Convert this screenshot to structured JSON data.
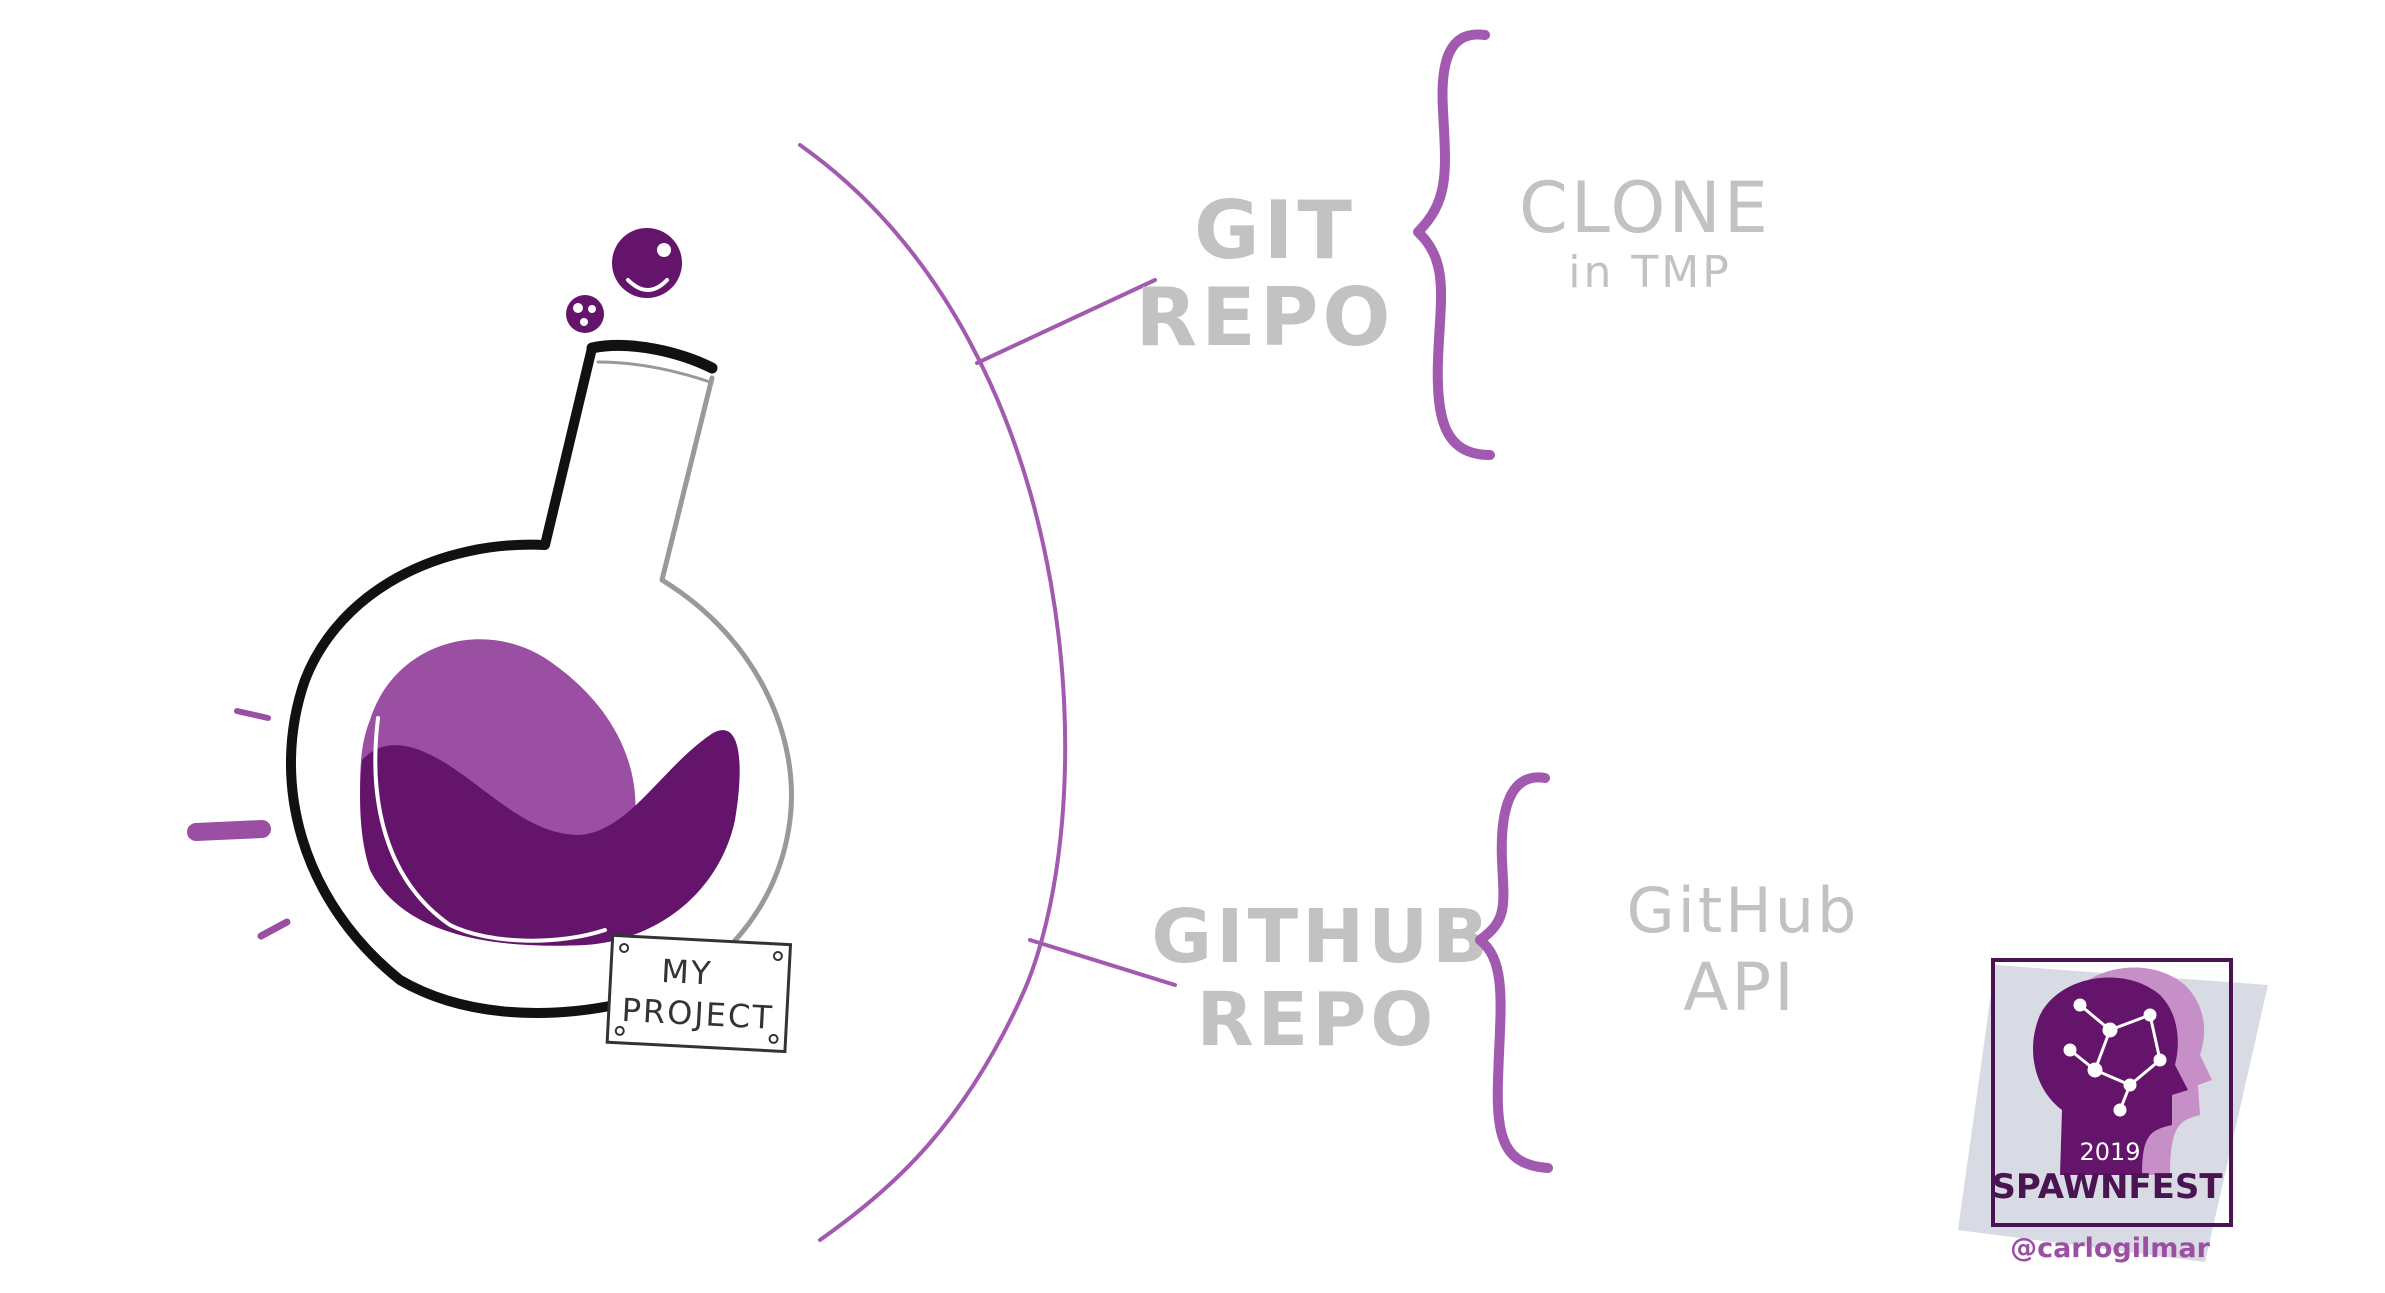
{
  "flask_tag": {
    "line1": "MY",
    "line2": "PROJECT"
  },
  "branches": [
    {
      "id": "git",
      "label_line1": "GIT",
      "label_line2": "REPO",
      "detail_line1": "CLONE",
      "detail_line2": "in TMP"
    },
    {
      "id": "github",
      "label_line1": "GITHUB",
      "label_line2": "REPO",
      "detail_line1": "GitHub",
      "detail_line2": "API"
    }
  ],
  "badge": {
    "year": "2019",
    "name": "SPAWNFEST",
    "handle": "@carlogilmar"
  },
  "colors": {
    "purple_dark": "#65146b",
    "purple_light": "#9b4fa3",
    "purple_line": "#a259b0",
    "label_gray": "#c2c2c2",
    "outline_black": "#111111",
    "outline_gray": "#999999"
  }
}
